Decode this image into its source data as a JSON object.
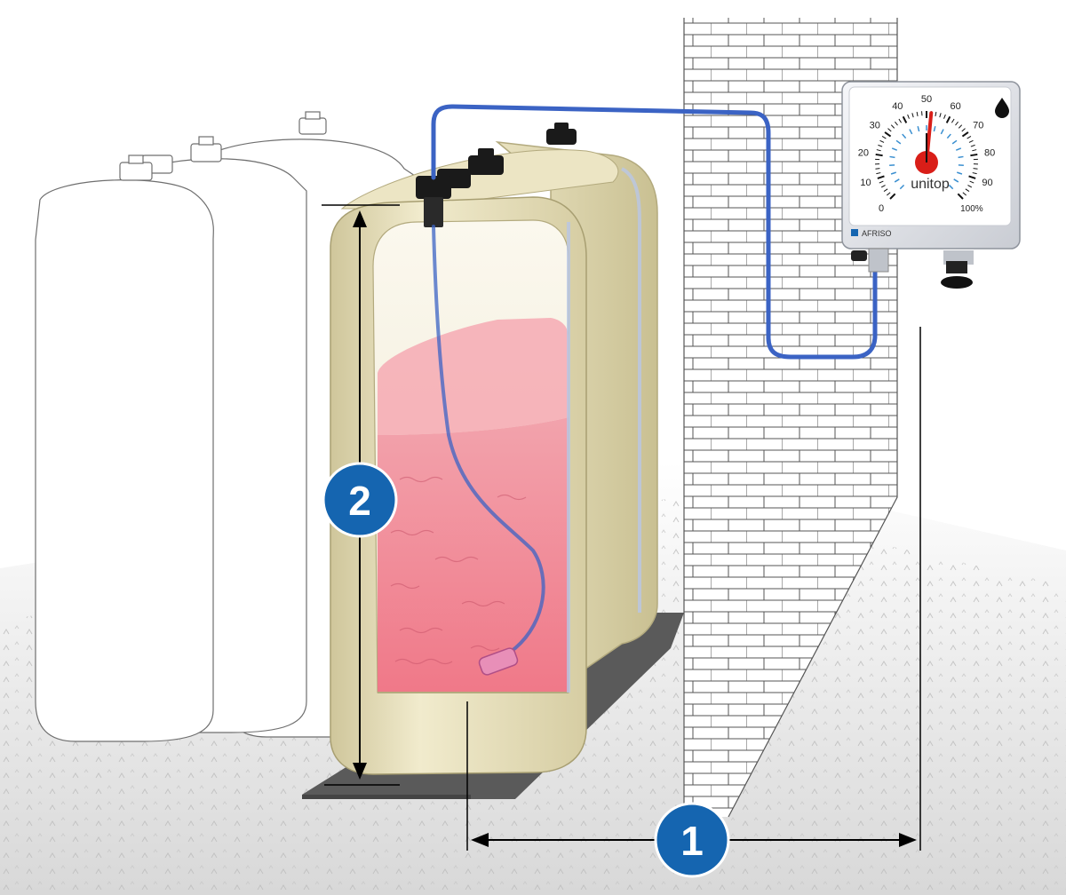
{
  "markers": {
    "horizontal_distance": "1",
    "tank_height": "2"
  },
  "gauge": {
    "brand": "AFRISO",
    "model": "unitop",
    "scale": [
      "0",
      "10",
      "20",
      "30",
      "40",
      "50",
      "60",
      "70",
      "80",
      "90",
      "100%"
    ],
    "level_percent": 52
  },
  "colors": {
    "badge": "#1565b0",
    "tube": "#3b63c4",
    "liquid": "#f07a8c",
    "tank": "#e7e0bd",
    "needle": "#d91e18"
  }
}
